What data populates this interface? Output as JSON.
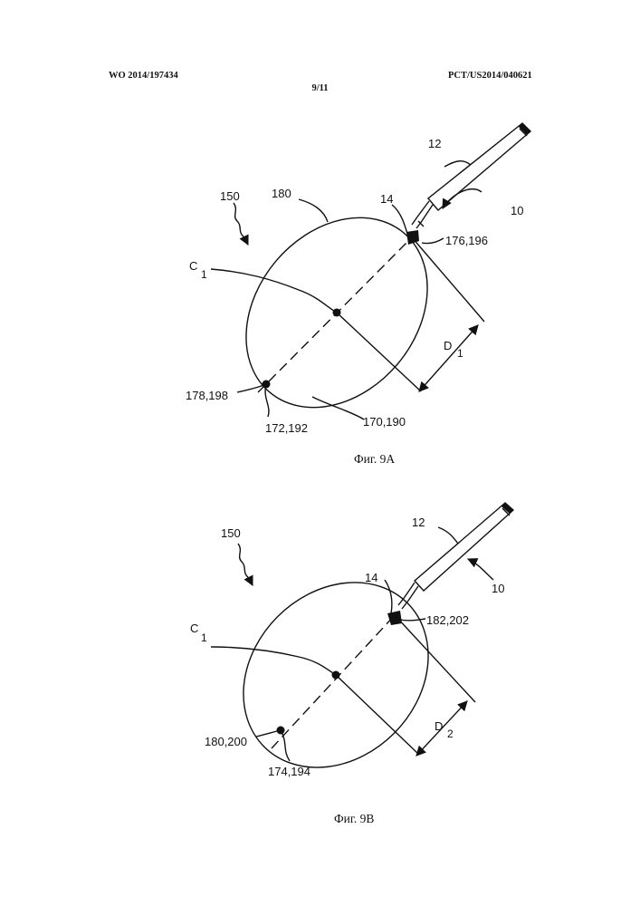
{
  "header": {
    "publication_number": "WO 2014/197434",
    "application_number": "PCT/US2014/040621",
    "sheet": "9/11"
  },
  "figures": [
    {
      "caption": "Фиг. 9A",
      "labels": {
        "assembly": "150",
        "tool": "10",
        "shaft": "12",
        "tip": "14",
        "outline": "180",
        "center": "C",
        "center_sub": "1",
        "contact_point": "176,196",
        "far_point": "178,198",
        "axis_end": "172,192",
        "surface": "170,190",
        "dimension": "D",
        "dimension_sub": "1"
      }
    },
    {
      "caption": "Фиг. 9B",
      "labels": {
        "assembly": "150",
        "tool": "10",
        "shaft": "12",
        "tip": "14",
        "center": "C",
        "center_sub": "1",
        "contact_point": "182,202",
        "far_point": "180,200",
        "axis_end": "174,194",
        "dimension": "D",
        "dimension_sub": "2"
      }
    }
  ]
}
